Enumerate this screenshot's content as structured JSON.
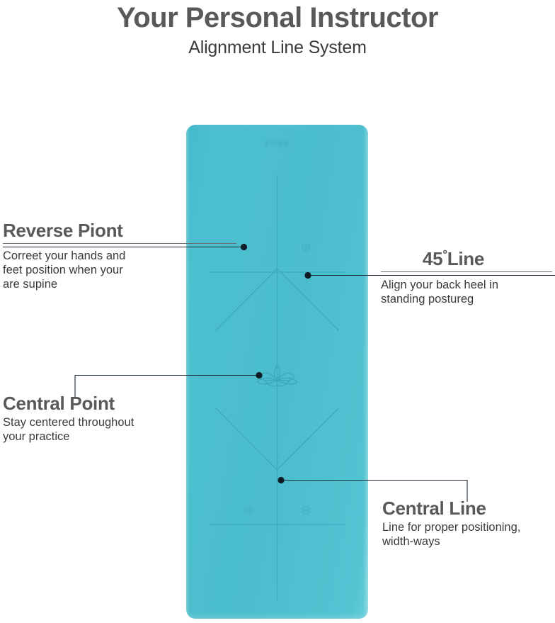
{
  "header": {
    "title": "Your Personal Instructor",
    "subtitle": "Alignment Line System"
  },
  "product": {
    "type": "yoga-mat",
    "mat_color": "#4bbdcd",
    "emblem": "lotus-flower",
    "brand_watermark": "yoga"
  },
  "colors": {
    "mat": "#4bbdcd",
    "mat_line": "#3aa9ba",
    "title_text": "#58595b",
    "body_text": "#3a3a3c",
    "connector": "#1b2a38",
    "rule": "#6b6b6d",
    "background": "#ffffff"
  },
  "callouts": [
    {
      "id": "reverse-point",
      "title": "Reverse Piont",
      "body": "Correet your hands and\nfeet position when your\nare supine",
      "has_rule": true
    },
    {
      "id": "45-line",
      "title_number": "45",
      "title_degree": "°",
      "title_word": "Line",
      "title": "45°Line",
      "body": "Align your back heel in\nstanding postureg",
      "has_rule": true
    },
    {
      "id": "central-point",
      "title": "Central Point",
      "body": "Stay centered throughout\nyour practice",
      "has_rule": false
    },
    {
      "id": "central-line",
      "title": "Central Line",
      "body": "Line for proper positioning,\nwidth-ways",
      "has_rule": false
    }
  ]
}
